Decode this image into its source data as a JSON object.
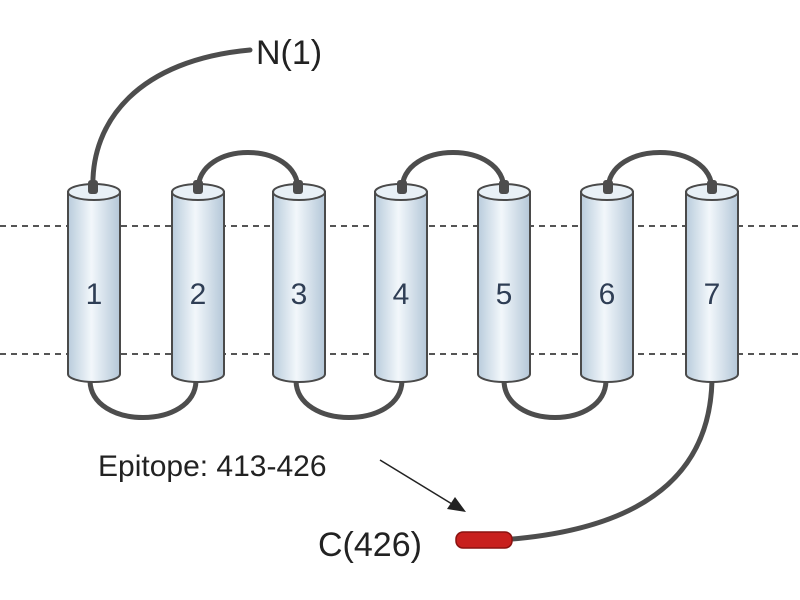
{
  "n_terminus_label": "N(1)",
  "c_terminus_label": "C(426)",
  "epitope_label": "Epitope: 413-426",
  "helices": [
    {
      "label": "1"
    },
    {
      "label": "2"
    },
    {
      "label": "3"
    },
    {
      "label": "4"
    },
    {
      "label": "5"
    },
    {
      "label": "6"
    },
    {
      "label": "7"
    }
  ],
  "colors": {
    "helix_fill": "#dce8f1",
    "helix_outline": "#4a4a4a",
    "loop": "#4d4d4d",
    "epitope": "#c8201e",
    "membrane": "#555555"
  }
}
